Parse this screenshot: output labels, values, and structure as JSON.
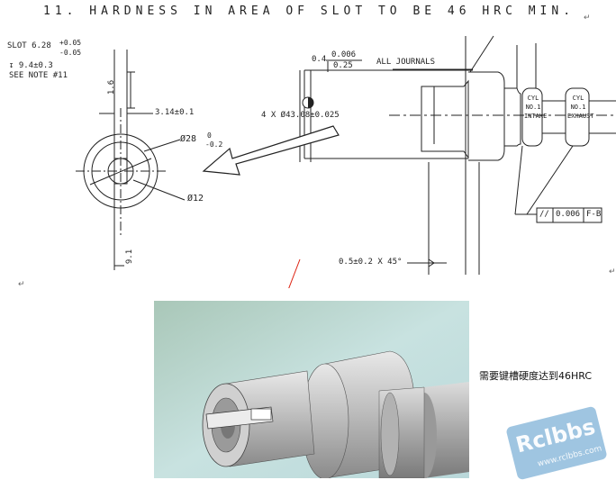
{
  "note_title": "11. HARDNESS IN AREA OF SLOT TO BE 46 HRC MIN.",
  "return_mark": "↵",
  "slot_dims": {
    "slot_line": "SLOT 6.28",
    "slot_tol_plus": "+0.05",
    "slot_tol_minus": "-0.05",
    "depth_line": "↧ 9.4±0.3",
    "see_note": "SEE NOTE #11"
  },
  "dims": {
    "vertical_top": "1.6",
    "width": "3.14±0.1",
    "dia28": "Ø28",
    "dia28_upper": "0",
    "dia28_lower": "-0.2",
    "dia12": "Ø12",
    "vertical_bottom": "9.1",
    "journal_dia": "4 X Ø43.08±0.025",
    "runout": "0.4",
    "runout_frac_top": "0.006",
    "runout_frac_bottom": "0.25",
    "all_journals": "ALL JOURNALS",
    "chamfer": "0.5±0.2 X 45°"
  },
  "cylinder_labels": {
    "intake": [
      "CYL",
      "NO.1",
      "INTAKE"
    ],
    "exhaust": [
      "CYL",
      "NO.1",
      "EXHAUST"
    ]
  },
  "fcf": {
    "symbol": "//",
    "value": "0.006",
    "datum": "F-B"
  },
  "chinese_note": "需要键槽硬度达到46HRC",
  "watermark": {
    "text": "Rclbbs",
    "sub": "www.rclbbs.com"
  }
}
